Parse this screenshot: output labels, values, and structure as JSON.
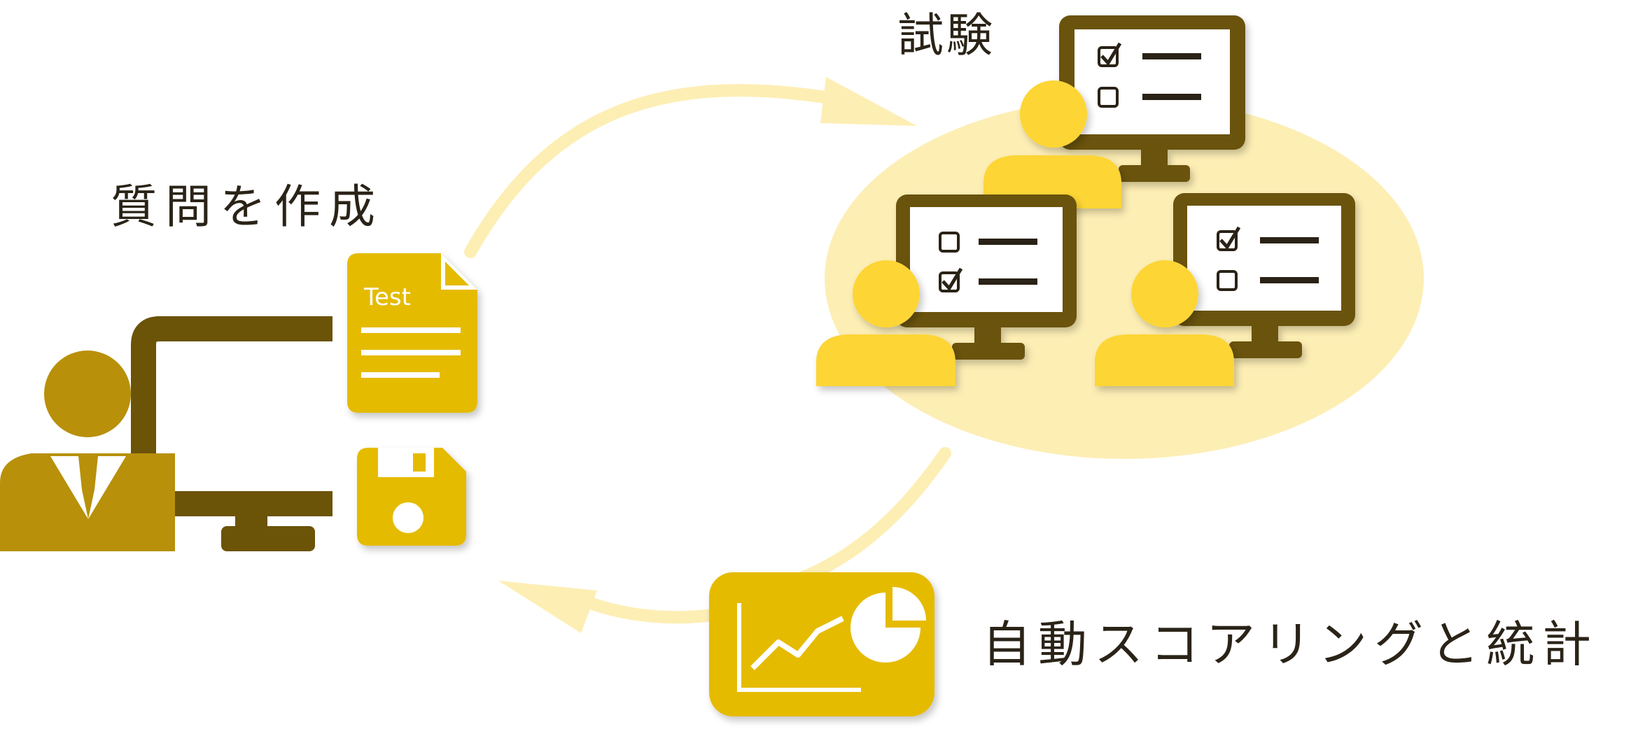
{
  "labels": {
    "create_questions": "質問を作成",
    "exam": "試験",
    "auto_scoring": "自動スコアリングと統計"
  },
  "document_icon_text": "Test",
  "colors": {
    "dark_brown": "#6b5308",
    "gold": "#e5bb00",
    "mustard": "#b8900a",
    "light_yellow": "#fdeeb4",
    "arrow_yellow": "#fdeeb4",
    "person_yellow": "#fdd535",
    "text": "#2a2317"
  },
  "icons": [
    "teacher-icon",
    "monitor-icon",
    "test-document-icon",
    "floppy-disk-icon",
    "student-icon",
    "checklist-screen-icon",
    "chart-panel-icon",
    "pie-chart-icon",
    "cycle-arrow-icon"
  ]
}
